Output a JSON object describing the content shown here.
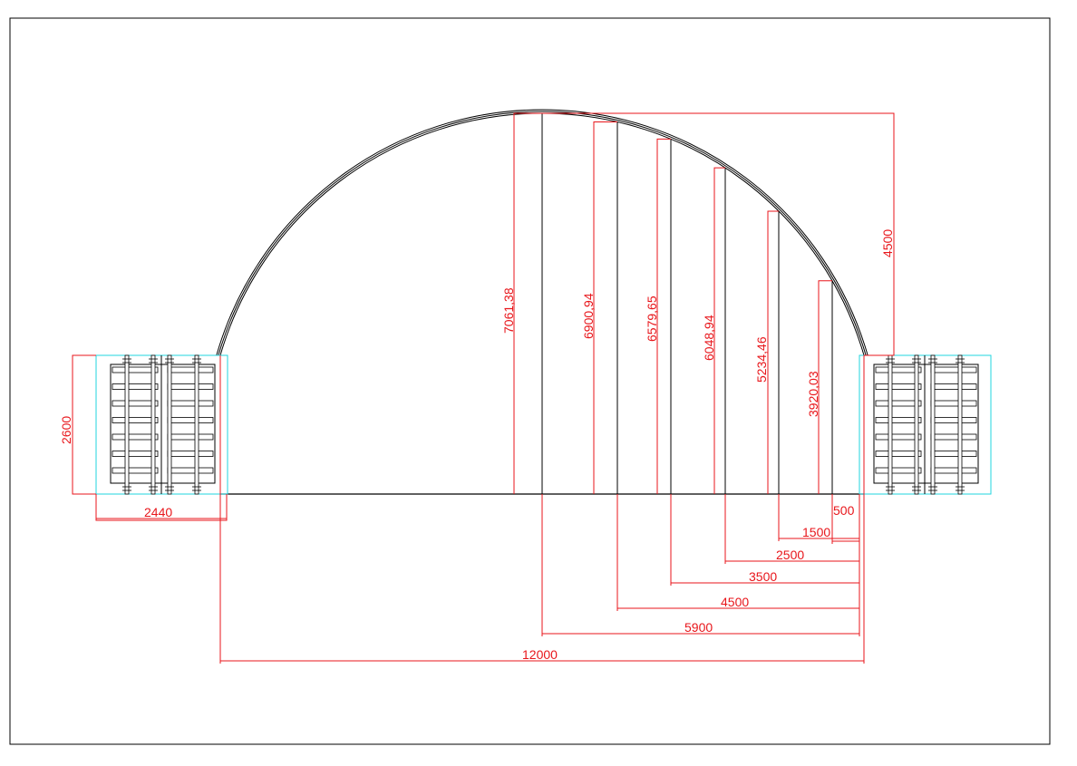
{
  "drawing": {
    "colors": {
      "dimension": "#e8161b",
      "container_outline": "#22d6df",
      "structure": "#000000"
    },
    "vertical_heights": [
      "7061,38",
      "6900,94",
      "6579,65",
      "6048,94",
      "5234,46",
      "3920,03"
    ],
    "horizontal_offsets": [
      "500",
      "1500",
      "2500",
      "3500",
      "4500",
      "5900"
    ],
    "span": "12000",
    "arch_height_above_container": "4500",
    "container_height": "2600",
    "container_width": "2440"
  }
}
